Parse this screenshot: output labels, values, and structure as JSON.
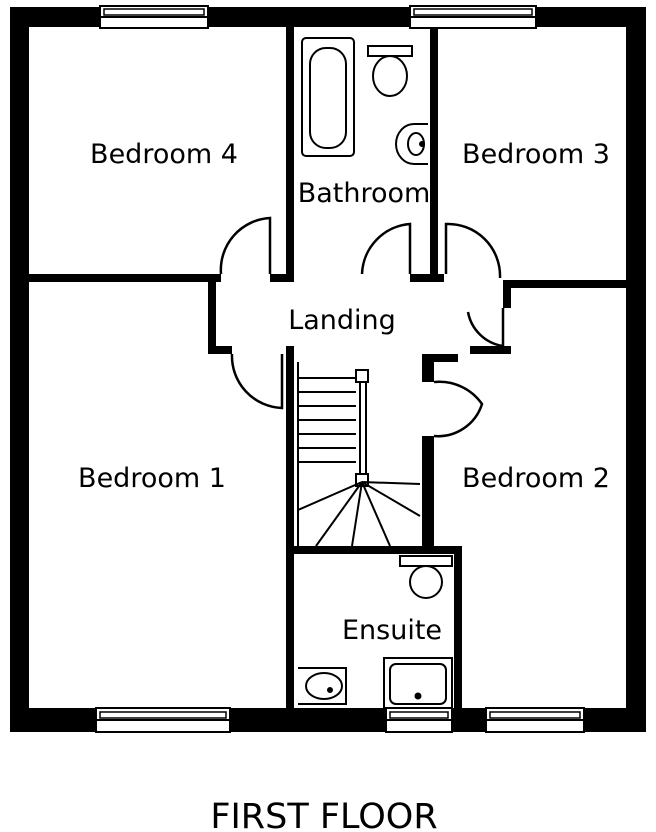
{
  "floor_title": "FIRST FLOOR",
  "rooms": {
    "bedroom4": "Bedroom 4",
    "bathroom": "Bathroom",
    "bedroom3": "Bedroom 3",
    "landing": "Landing",
    "bedroom1": "Bedroom 1",
    "bedroom2": "Bedroom 2",
    "ensuite": "Ensuite"
  },
  "colors": {
    "wall": "#000000",
    "background": "#ffffff"
  }
}
